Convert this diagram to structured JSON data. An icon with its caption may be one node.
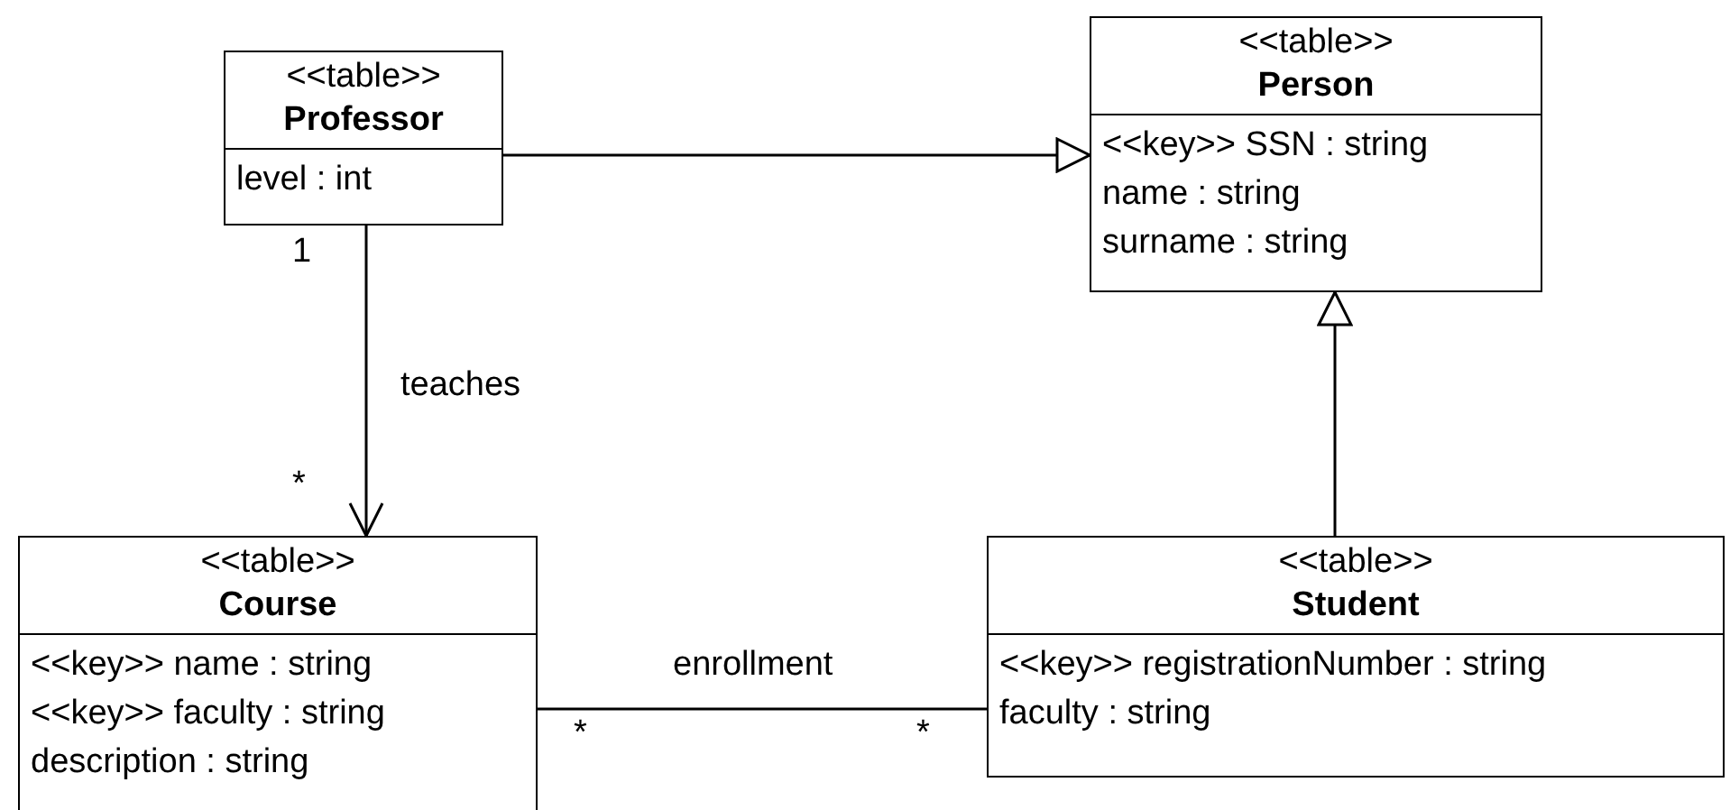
{
  "diagram": {
    "nodes": [
      {
        "text": [
          "<<table>>",
          "Professor",
          "level : int"
        ]
      },
      {
        "text": [
          "<<table>>",
          "Person",
          "<<key>> SSN : string",
          "name : string",
          "surname : string"
        ]
      },
      {
        "text": [
          "<<table>>",
          "Course",
          "<<key>> name : string",
          "<<key>> faculty : string",
          "description : string"
        ]
      },
      {
        "text": [
          "<<table>>",
          "Student",
          "<<key>> registrationNumber : string",
          "faculty : string"
        ]
      }
    ],
    "edges": [
      {
        "from": 0,
        "to": 1,
        "arrow": "to"
      },
      {
        "from": 0,
        "to": 2,
        "arrow": "to",
        "label": "teaches"
      },
      {
        "from": 3,
        "to": 1,
        "arrow": "to"
      },
      {
        "from": 2,
        "to": 3,
        "arrow": "none",
        "label": "enrollment"
      }
    ],
    "labels": [
      "1",
      "*",
      "*",
      "*"
    ]
  }
}
